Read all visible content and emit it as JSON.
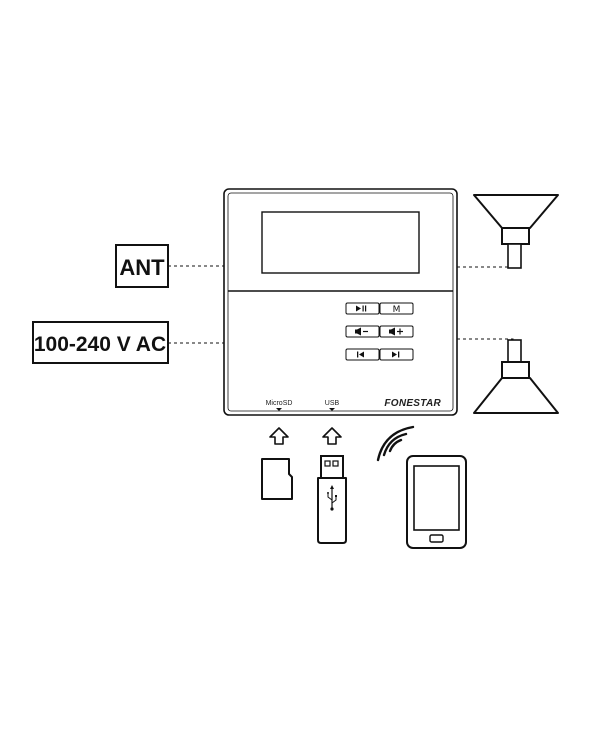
{
  "labels": {
    "ant": "ANT",
    "power": "100-240 V AC"
  },
  "ports": {
    "microsd": "MicroSD",
    "usb": "USB"
  },
  "brand": "FONESTAR",
  "buttons": [
    {
      "id": "play-pause",
      "label": "▶❙❙",
      "icon": "play-pause-icon"
    },
    {
      "id": "mode",
      "label": "M",
      "icon": "mode-icon"
    },
    {
      "id": "volume-down",
      "label": "◀−",
      "icon": "volume-down-icon"
    },
    {
      "id": "volume-up",
      "label": "◀+",
      "icon": "volume-up-icon"
    },
    {
      "id": "previous",
      "label": "❙◀",
      "icon": "previous-icon"
    },
    {
      "id": "next",
      "label": "▶❙",
      "icon": "next-icon"
    }
  ]
}
